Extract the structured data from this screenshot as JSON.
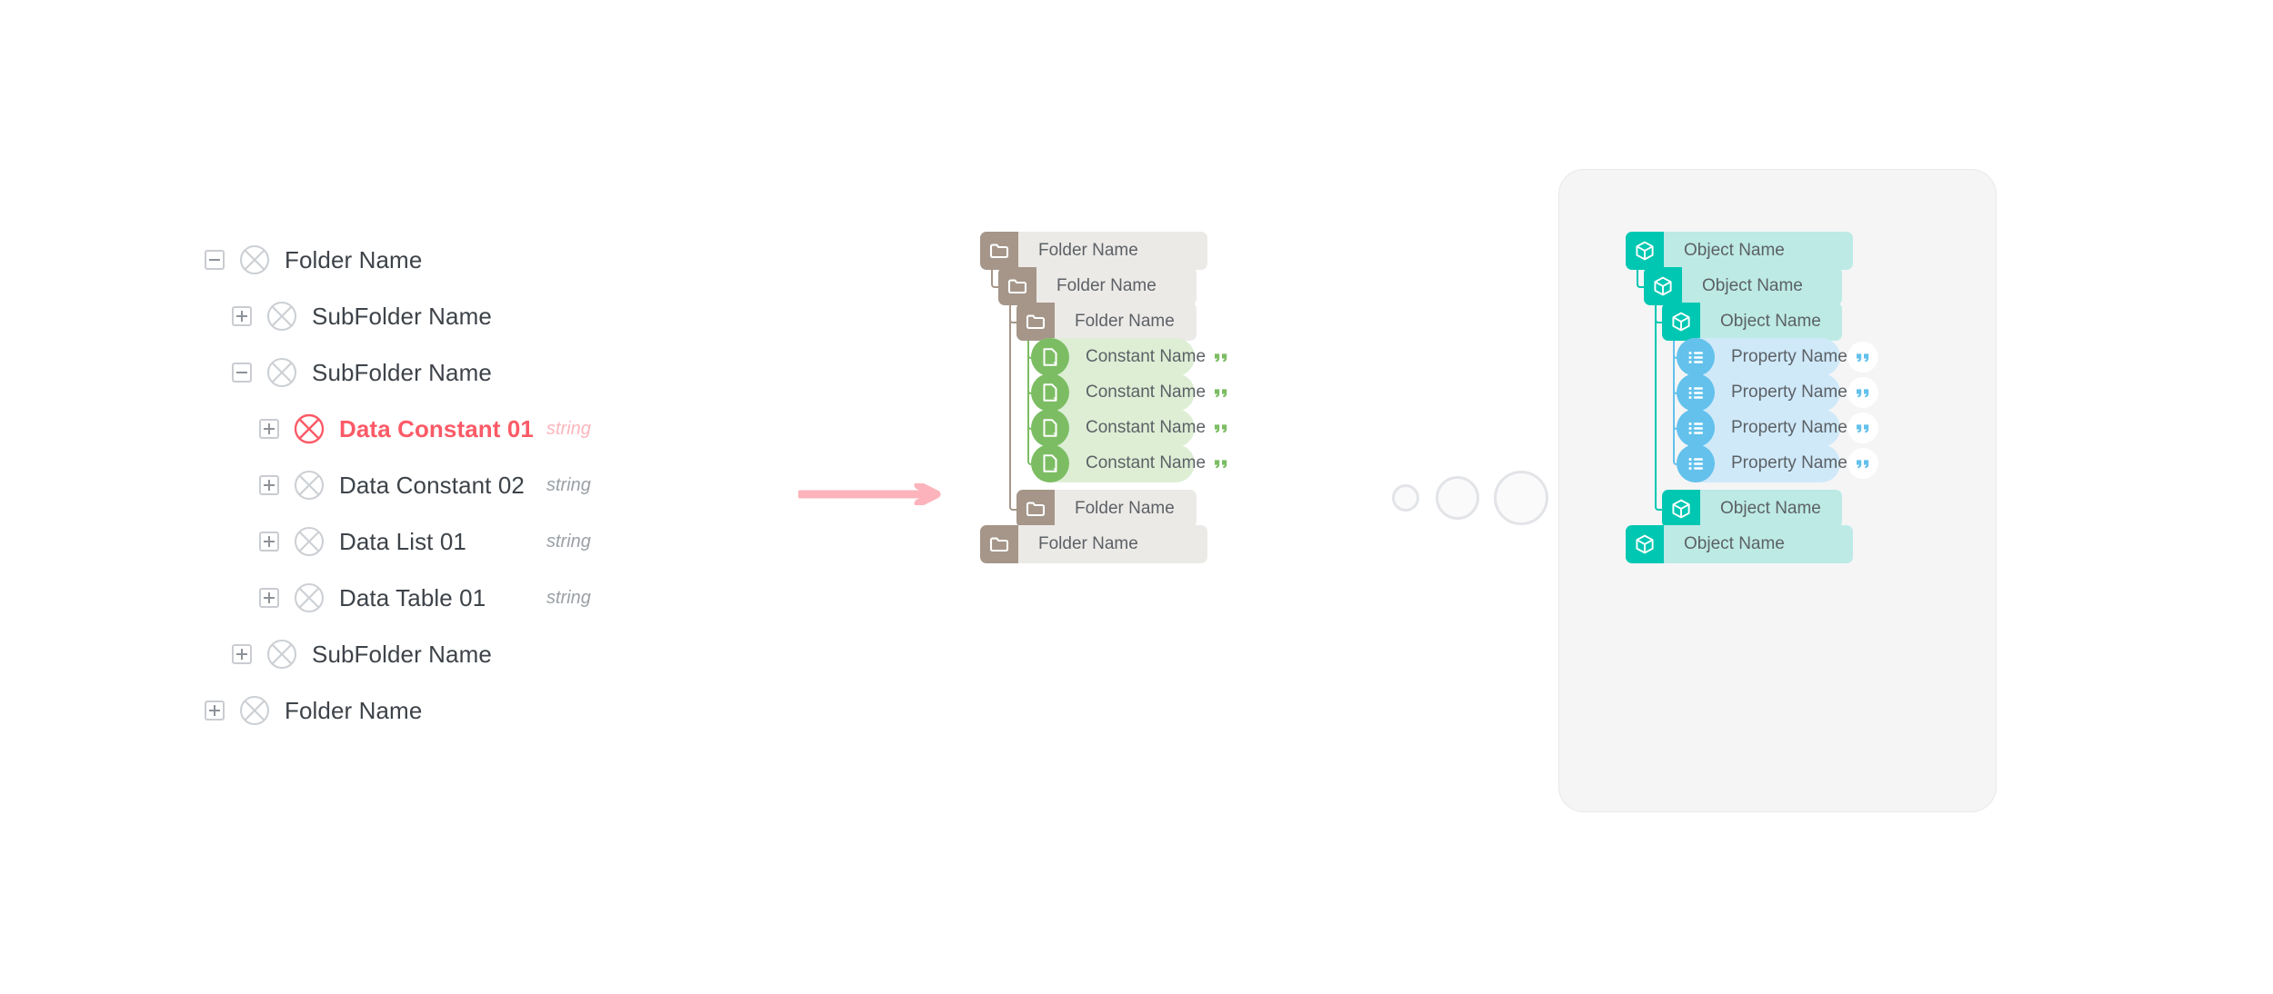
{
  "left_tree": {
    "name": "data-source-tree",
    "type_label": "string",
    "rows": [
      {
        "label": "Folder Name",
        "indent": 0,
        "toggle": "minus",
        "alert": false,
        "type": ""
      },
      {
        "label": "SubFolder Name",
        "indent": 1,
        "toggle": "plus",
        "alert": false,
        "type": ""
      },
      {
        "label": "SubFolder Name",
        "indent": 1,
        "toggle": "minus",
        "alert": false,
        "type": ""
      },
      {
        "label": "Data Constant 01",
        "indent": 2,
        "toggle": "plus",
        "alert": true,
        "type": "string"
      },
      {
        "label": "Data Constant 02",
        "indent": 2,
        "toggle": "plus",
        "alert": false,
        "type": "string"
      },
      {
        "label": "Data List 01",
        "indent": 2,
        "toggle": "plus",
        "alert": false,
        "type": "string"
      },
      {
        "label": "Data Table 01",
        "indent": 2,
        "toggle": "plus",
        "alert": false,
        "type": "string"
      },
      {
        "label": "SubFolder Name",
        "indent": 1,
        "toggle": "plus",
        "alert": false,
        "type": ""
      },
      {
        "label": "Folder Name",
        "indent": 0,
        "toggle": "plus",
        "alert": false,
        "type": ""
      }
    ]
  },
  "arrow": {
    "name": "flow-arrow",
    "color": "#fcb3bb"
  },
  "transition_dots": {
    "name": "transition-dots",
    "count": 3,
    "color": "#e2e4e7"
  },
  "middle_tree": {
    "name": "folder-constant-tree",
    "rows": [
      {
        "kind": "folder",
        "label": "Folder Name"
      },
      {
        "kind": "folder",
        "label": "Folder Name"
      },
      {
        "kind": "folder",
        "label": "Folder Name"
      },
      {
        "kind": "constant",
        "label": "Constant Name",
        "badge": "quote"
      },
      {
        "kind": "constant",
        "label": "Constant Name",
        "badge": "quote"
      },
      {
        "kind": "constant",
        "label": "Constant Name",
        "badge": "quote"
      },
      {
        "kind": "constant",
        "label": "Constant Name",
        "badge": "quote"
      },
      {
        "kind": "folder",
        "label": "Folder Name"
      },
      {
        "kind": "folder",
        "label": "Folder Name"
      }
    ]
  },
  "right_panel": {
    "name": "object-property-panel",
    "rows": [
      {
        "kind": "object",
        "label": "Object Name"
      },
      {
        "kind": "object",
        "label": "Object Name"
      },
      {
        "kind": "object",
        "label": "Object Name"
      },
      {
        "kind": "property",
        "label": "Property Name",
        "badge": "quote"
      },
      {
        "kind": "property",
        "label": "Property Name",
        "badge": "quote"
      },
      {
        "kind": "property",
        "label": "Property Name",
        "badge": "quote"
      },
      {
        "kind": "property",
        "label": "Property Name",
        "badge": "quote"
      },
      {
        "kind": "object",
        "label": "Object Name"
      },
      {
        "kind": "object",
        "label": "Object Name"
      }
    ]
  },
  "colors": {
    "page_background": "#ffffff",
    "alert_red": "#fb5a67",
    "arrow_pink": "#fcb3bb",
    "folder_brown": "#a59689",
    "folder_body": "#eceae7",
    "constant_green": "#7cbd63",
    "constant_body": "#ddeed5",
    "object_teal": "#00c7b2",
    "object_body": "#bdeae5",
    "property_blue": "#63c1ec",
    "property_body": "#cfe9f9",
    "panel_background": "#f5f5f6",
    "text_dark": "#3d4349",
    "text_muted": "#9aa0a6"
  }
}
